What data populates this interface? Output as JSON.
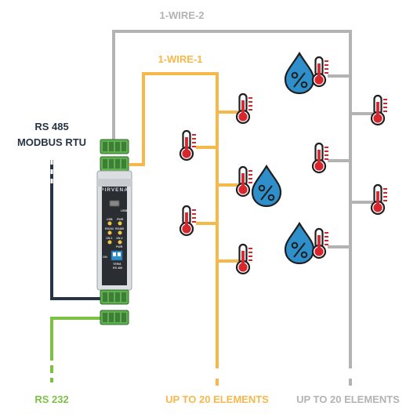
{
  "labels": {
    "wire2": "1-WIRE-2",
    "wire1": "1-WIRE-1",
    "rs485_line1": "RS 485",
    "rs485_line2": "MODBUS RTU",
    "rs232": "RS 232",
    "up_to_orange": "UP TO 20 ELEMENTS",
    "up_to_gray": "UP TO 20 ELEMENTS"
  },
  "device": {
    "brand": "PIRVENA",
    "usb": "USB",
    "leds": [
      "USB",
      "PWR",
      "RS232",
      "RS485",
      "1W-1",
      "1W-2",
      "PWR"
    ],
    "switch_label": "ON",
    "term_label": "TERM.",
    "term_sub": "RS 485"
  },
  "colors": {
    "wire2": "#b3b3b3",
    "wire1": "#f7b84b",
    "rs485": "#263445",
    "rs232": "#7cc143",
    "terminal": "#5fb04f",
    "thermo_red": "#d7262e",
    "drop_blue": "#2f8fca"
  },
  "icons": [
    "thermometer-icon",
    "humidity-drop-icon"
  ]
}
